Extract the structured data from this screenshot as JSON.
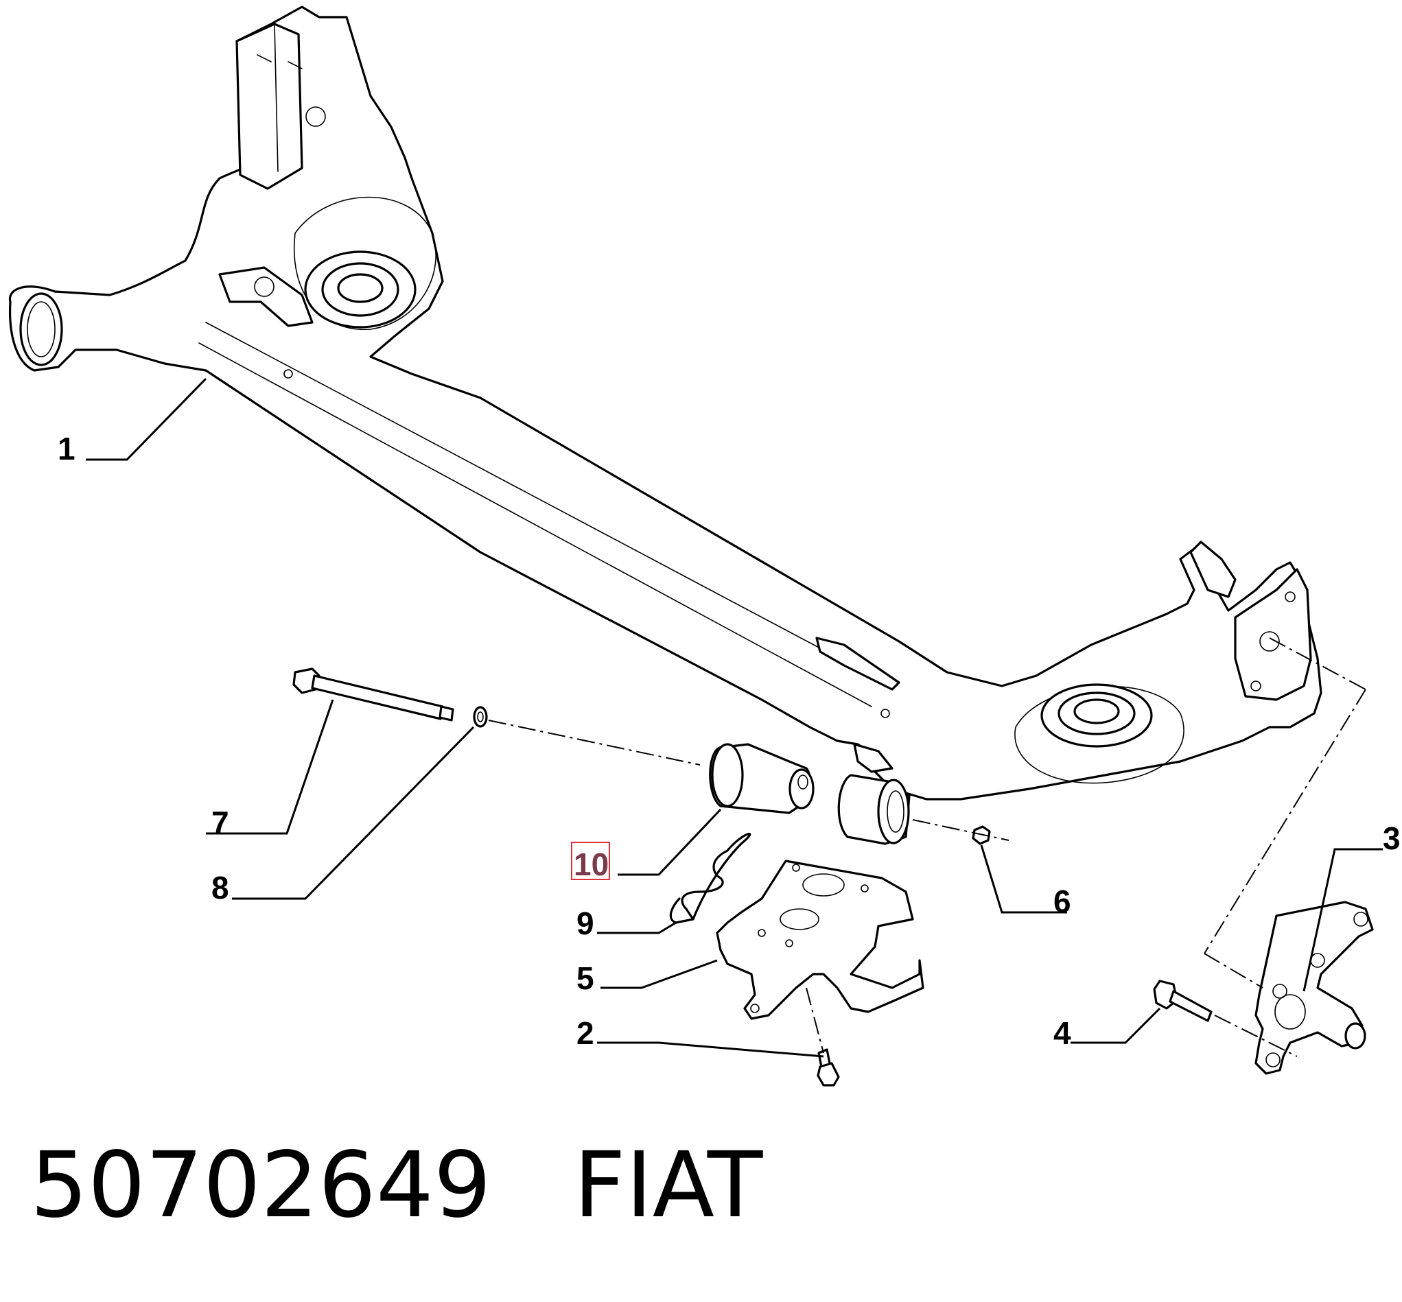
{
  "diagram": {
    "callouts": [
      {
        "id": "1",
        "label": "1"
      },
      {
        "id": "2",
        "label": "2"
      },
      {
        "id": "3",
        "label": "3"
      },
      {
        "id": "4",
        "label": "4"
      },
      {
        "id": "5",
        "label": "5"
      },
      {
        "id": "6",
        "label": "6"
      },
      {
        "id": "7",
        "label": "7"
      },
      {
        "id": "8",
        "label": "8"
      },
      {
        "id": "9",
        "label": "9"
      },
      {
        "id": "10",
        "label": "10",
        "highlighted": true
      }
    ],
    "highlight_color": "#e0303a",
    "highlight_text_color": "#7a3a4a"
  },
  "footer": {
    "part_number": "50702649",
    "brand": "FIAT"
  }
}
